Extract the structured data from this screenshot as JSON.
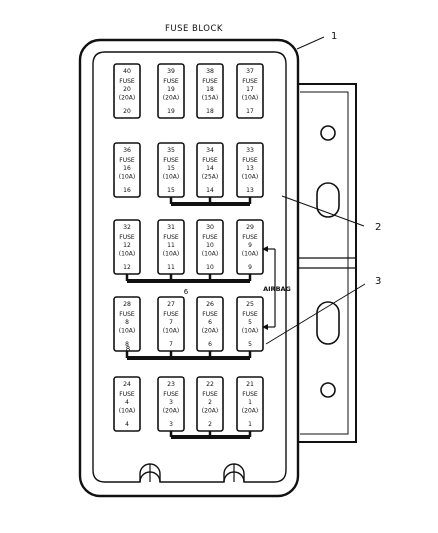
{
  "title": "FUSE BLOCK",
  "callouts": [
    "1",
    "2",
    "3"
  ],
  "side_label": "AIRBAG",
  "bus_labels": {
    "row3": "6",
    "row4": "8"
  },
  "fuses": [
    {
      "row": 1,
      "col": 1,
      "position": "40",
      "lines": [
        "FUSE",
        "20",
        "(20A)"
      ],
      "terminal": "20"
    },
    {
      "row": 1,
      "col": 2,
      "position": "39",
      "lines": [
        "FUSE",
        "19",
        "(20A)"
      ],
      "terminal": "19"
    },
    {
      "row": 1,
      "col": 3,
      "position": "38",
      "lines": [
        "FUSE",
        "18",
        "(15A)"
      ],
      "terminal": "18"
    },
    {
      "row": 1,
      "col": 4,
      "position": "37",
      "lines": [
        "FUSE",
        "17",
        "(10A)"
      ],
      "terminal": "17"
    },
    {
      "row": 2,
      "col": 1,
      "position": "36",
      "lines": [
        "FUSE",
        "16",
        "(10A)"
      ],
      "terminal": "16"
    },
    {
      "row": 2,
      "col": 2,
      "position": "35",
      "lines": [
        "FUSE",
        "15",
        "(10A)"
      ],
      "terminal": "15"
    },
    {
      "row": 2,
      "col": 3,
      "position": "34",
      "lines": [
        "FUSE",
        "14",
        "(25A)"
      ],
      "terminal": "14"
    },
    {
      "row": 2,
      "col": 4,
      "position": "33",
      "lines": [
        "FUSE",
        "13",
        "(10A)"
      ],
      "terminal": "13"
    },
    {
      "row": 3,
      "col": 1,
      "position": "32",
      "lines": [
        "FUSE",
        "12",
        "(10A)"
      ],
      "terminal": "12"
    },
    {
      "row": 3,
      "col": 2,
      "position": "31",
      "lines": [
        "FUSE",
        "11",
        "(10A)"
      ],
      "terminal": "11"
    },
    {
      "row": 3,
      "col": 3,
      "position": "30",
      "lines": [
        "FUSE",
        "10",
        "(10A)"
      ],
      "terminal": "10"
    },
    {
      "row": 3,
      "col": 4,
      "position": "29",
      "lines": [
        "FUSE",
        "9",
        "(10A)"
      ],
      "terminal": "9"
    },
    {
      "row": 4,
      "col": 1,
      "position": "28",
      "lines": [
        "FUSE",
        "8",
        "(10A)"
      ],
      "terminal": "8"
    },
    {
      "row": 4,
      "col": 2,
      "position": "27",
      "lines": [
        "FUSE",
        "7",
        "(10A)"
      ],
      "terminal": "7"
    },
    {
      "row": 4,
      "col": 3,
      "position": "26",
      "lines": [
        "FUSE",
        "6",
        "(20A)"
      ],
      "terminal": "6"
    },
    {
      "row": 4,
      "col": 4,
      "position": "25",
      "lines": [
        "FUSE",
        "5",
        "(10A)"
      ],
      "terminal": "5"
    },
    {
      "row": 5,
      "col": 1,
      "position": "24",
      "lines": [
        "FUSE",
        "4",
        "(10A)"
      ],
      "terminal": "4"
    },
    {
      "row": 5,
      "col": 2,
      "position": "23",
      "lines": [
        "FUSE",
        "3",
        "(20A)"
      ],
      "terminal": "3"
    },
    {
      "row": 5,
      "col": 3,
      "position": "22",
      "lines": [
        "FUSE",
        "2",
        "(20A)"
      ],
      "terminal": "2"
    },
    {
      "row": 5,
      "col": 4,
      "position": "21",
      "lines": [
        "FUSE",
        "1",
        "(20A)"
      ],
      "terminal": "1"
    }
  ],
  "bus_bars": [
    {
      "row": 2,
      "cols": [
        2,
        3,
        4
      ]
    },
    {
      "row": 3,
      "cols": [
        1,
        2,
        3,
        4
      ]
    },
    {
      "row": 4,
      "cols": [
        1,
        2,
        3,
        4
      ]
    },
    {
      "row": 5,
      "cols": [
        2,
        3,
        4
      ]
    }
  ]
}
